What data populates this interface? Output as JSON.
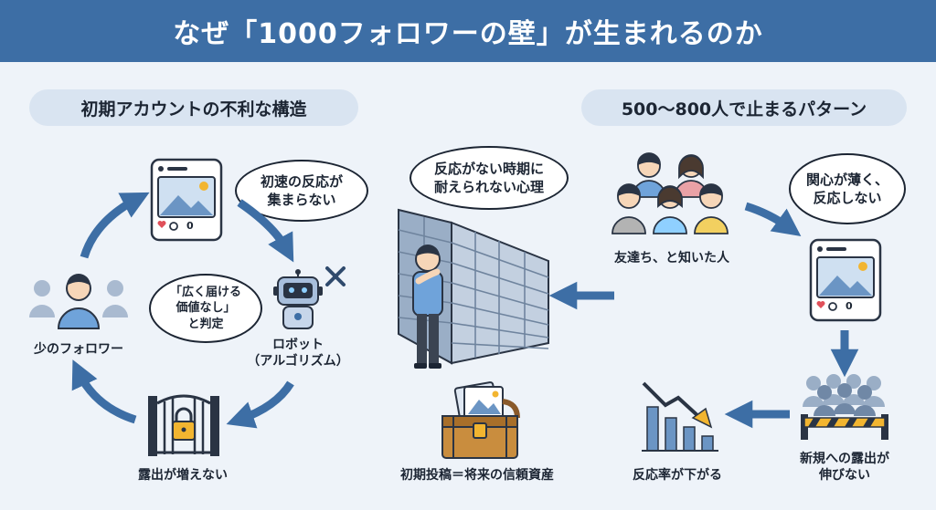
{
  "title": "なぜ「1000フォロワーの壁」が生まれるのか",
  "left_section": {
    "heading": "初期アカウントの不利な構造",
    "bubble_initial": "初速の反応が\n集まらない",
    "bubble_judgement": "「広く届ける\n価値なし」\nと判定",
    "robot_label": "ロボット\n（アルゴリズム）",
    "followers_label": "少のフォロワー",
    "exposure_label": "露出が増えない",
    "post_like_count": "0"
  },
  "center_section": {
    "bubble_psychology": "反応がない時期に\n耐えられない心理",
    "treasure_label": "初期投稿＝将来の信頼資産"
  },
  "right_section": {
    "heading": "500〜800人で止まるパターン",
    "friends_label": "友達ち、と知いた人",
    "bubble_interest": "関心が薄く、\n反応しない",
    "new_exposure_label": "新規への露出が\n伸びない",
    "response_rate_label": "反応率が下がる",
    "post_like_count": "0"
  },
  "colors": {
    "header": "#3d6ea5",
    "background": "#eef3f9",
    "arrow": "#3d6ea5",
    "pill": "#d9e4f1",
    "wall": "#b9c7d8",
    "accent": "#f2b530"
  }
}
